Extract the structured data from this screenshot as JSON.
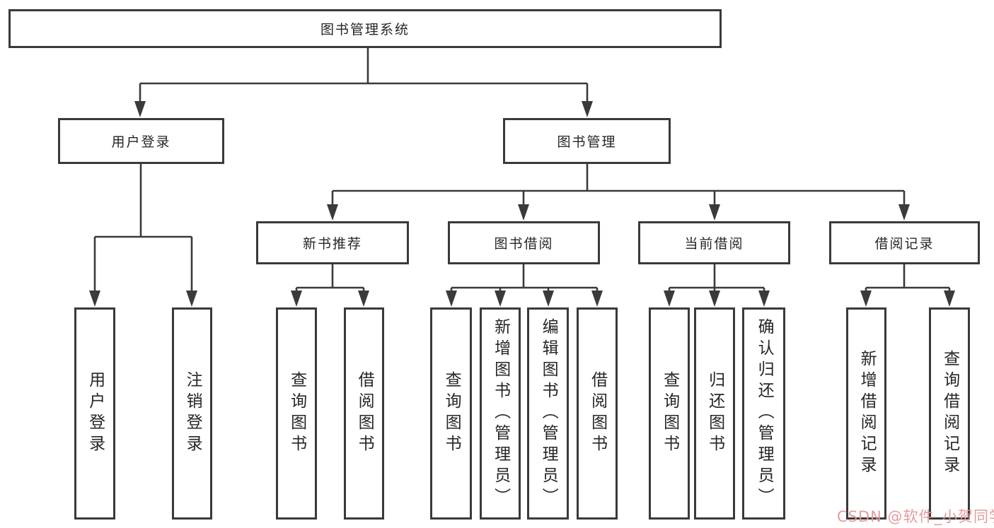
{
  "meta": {
    "watermark": "CSDN @软件_小贺同学",
    "colors": {
      "line": "#3a3a3a",
      "text": "#262626",
      "background": "#ffffff",
      "watermark": "#e49696"
    }
  },
  "tree": {
    "root": {
      "label": "图书管理系统"
    },
    "branches": [
      {
        "label": "用户登录",
        "children": [
          {
            "label": "用户登录"
          },
          {
            "label": "注销登录"
          }
        ]
      },
      {
        "label": "图书管理",
        "sections": [
          {
            "label": "新书推荐",
            "children": [
              {
                "label": "查询图书"
              },
              {
                "label": "借阅图书"
              }
            ]
          },
          {
            "label": "图书借阅",
            "children": [
              {
                "label": "查询图书"
              },
              {
                "label": "新增图书（管理员）"
              },
              {
                "label": "编辑图书（管理员）"
              },
              {
                "label": "借阅图书"
              }
            ]
          },
          {
            "label": "当前借阅",
            "children": [
              {
                "label": "查询图书"
              },
              {
                "label": "归还图书"
              },
              {
                "label": "确认归还（管理员）"
              }
            ]
          },
          {
            "label": "借阅记录",
            "children": [
              {
                "label": "新增借阅记录"
              },
              {
                "label": "查询借阅记录"
              }
            ]
          }
        ]
      }
    ]
  }
}
